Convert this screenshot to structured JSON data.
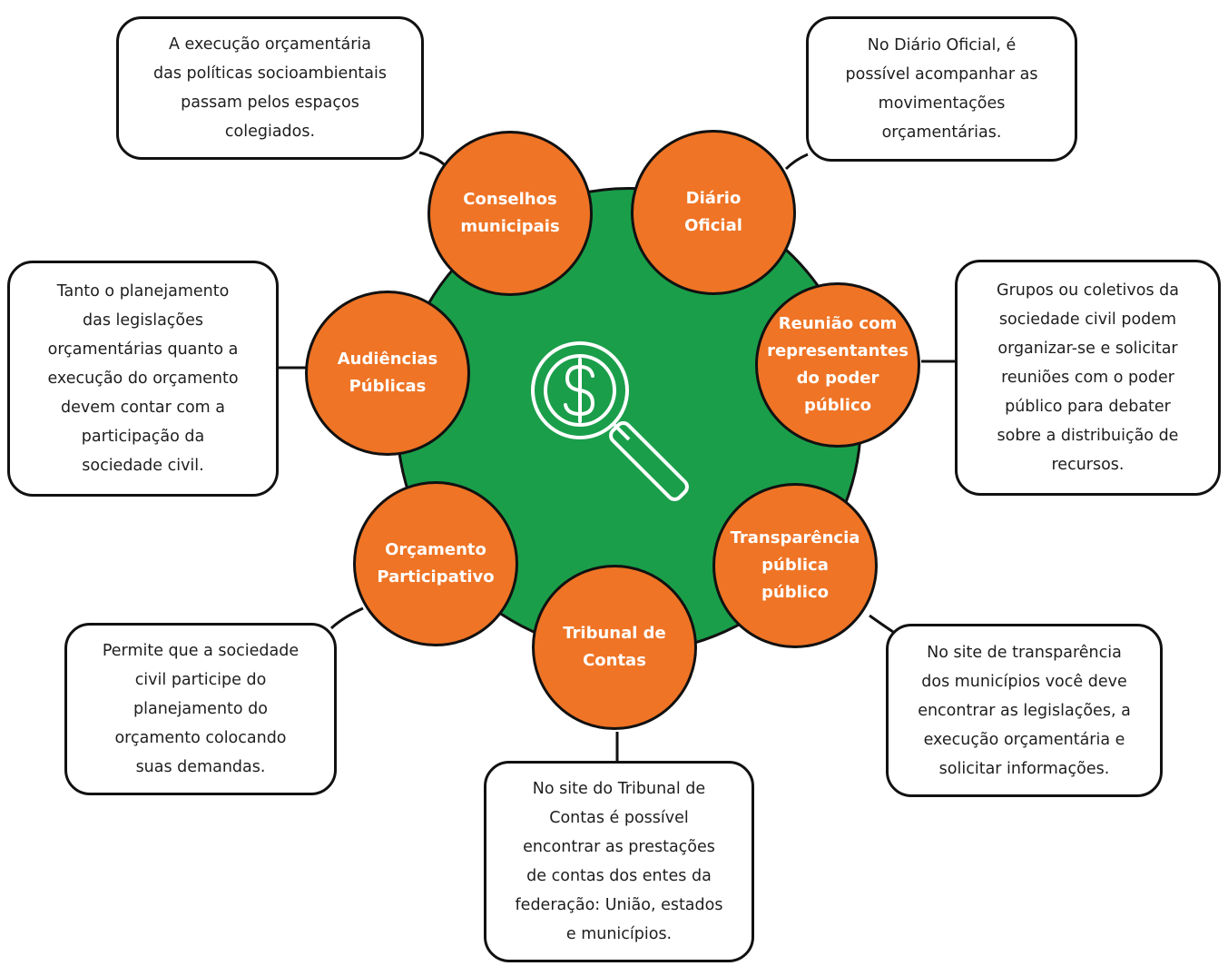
{
  "colors": {
    "hub": "#1a9e4a",
    "node": "#ef7425",
    "outline": "#111111",
    "box_background": "#ffffff",
    "icon_stroke": "#ffffff"
  },
  "hub": {
    "icon": "magnifier-dollar-icon"
  },
  "nodes": [
    {
      "id": "conselhos",
      "label": "Conselhos\nmunicipais"
    },
    {
      "id": "diario",
      "label": "Diário\nOficial"
    },
    {
      "id": "audiencias",
      "label": "Audiências\nPúblicas"
    },
    {
      "id": "reuniao",
      "label": "Reunião com\nrepresentantes\ndo poder\npúblico"
    },
    {
      "id": "orcamento",
      "label": "Orçamento\nParticipativo"
    },
    {
      "id": "transparencia",
      "label": "Transparência\npública\npúblico"
    },
    {
      "id": "tribunal",
      "label": "Tribunal de\nContas"
    }
  ],
  "boxes": [
    {
      "id": "conselhos",
      "text": "A execução orçamentária\ndas políticas socioambientais\npassam pelos espaços\ncolegiados."
    },
    {
      "id": "diario",
      "text": "No Diário Oficial, é\npossível acompanhar as\nmovimentações\norçamentárias."
    },
    {
      "id": "audiencias",
      "text": "Tanto o planejamento\ndas legislações\norçamentárias quanto a\nexecução do orçamento\ndevem contar com a\nparticipação da\nsociedade civil."
    },
    {
      "id": "reuniao",
      "text": "Grupos ou coletivos da\nsociedade civil podem\norganizar-se e solicitar\nreuniões com o poder\npúblico para debater\nsobre a distribuição de\nrecursos."
    },
    {
      "id": "orcamento",
      "text": "Permite que a sociedade\ncivil participe do\nplanejamento do\norçamento colocando\nsuas demandas."
    },
    {
      "id": "transparencia",
      "text": "No site de transparência\ndos municípios você deve\nencontrar as legislações, a\nexecução  orçamentária e\nsolicitar informações."
    },
    {
      "id": "tribunal",
      "text": "No site do Tribunal de\nContas é possível\nencontrar as prestações\nde contas dos entes da\nfederação: União, estados\ne municípios."
    }
  ]
}
